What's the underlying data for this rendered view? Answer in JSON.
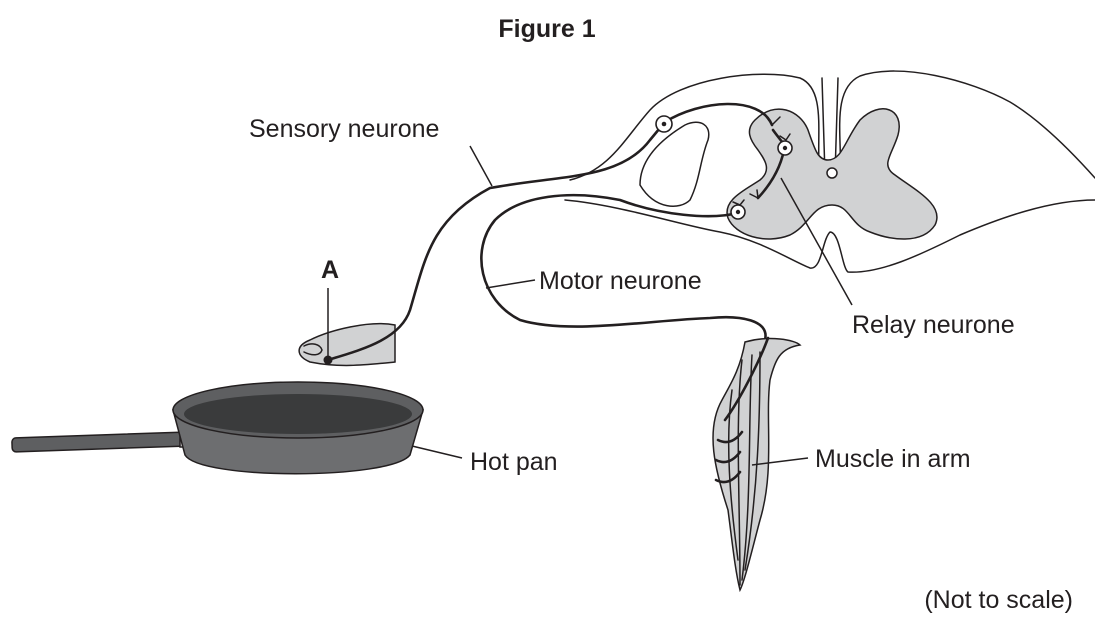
{
  "figure": {
    "title": "Figure 1",
    "note": "(Not to scale)",
    "labels": {
      "sensory_neurone": "Sensory neurone",
      "motor_neurone": "Motor neurone",
      "relay_neurone": "Relay neurone",
      "hot_pan": "Hot pan",
      "muscle": "Muscle in arm",
      "point_a": "A"
    }
  },
  "colors": {
    "grey_matter": "#d1d2d3",
    "pan_dark": "#5e5f61",
    "pan_body": "#6d6e70",
    "line": "#231f20"
  }
}
